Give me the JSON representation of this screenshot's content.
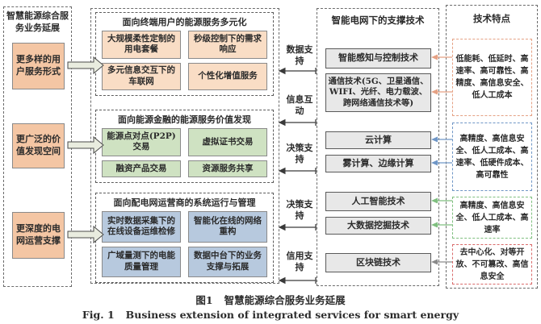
{
  "left_panel": {
    "title": "智慧能源综合服务业务延展",
    "boxes": [
      "更多样的用户服务形式",
      "更广泛的价值发现空间",
      "更深度的电网运营支撑"
    ]
  },
  "middle_panel": {
    "groups": [
      {
        "title": "面向终端用户的能源服务多元化",
        "boxes": [
          "大规模柔性定制的用电套餐",
          "秒级控制下的需求响应",
          "多元信息交互下的车联网",
          "个性化增值服务"
        ]
      },
      {
        "title": "面向能源金融的能源服务价值发现",
        "boxes": [
          "能源点对点(P2P)交易",
          "虚拟证书交易",
          "融资产品交易",
          "资源服务共享"
        ]
      },
      {
        "title": "面向配电网运营商的系统运行与管理",
        "boxes": [
          "实时数据采集下的在线设备运维检修",
          "智能化在线的网络重构",
          "广域量测下的电能质量管理",
          "数据中台下的业务支撑与拓展"
        ]
      }
    ]
  },
  "interactions": [
    "数据支持",
    "信息互动",
    "决策支持",
    "决策支持",
    "信用支持"
  ],
  "support_panel": {
    "title": "智能电网下的支撑技术",
    "boxes": [
      "智能感知与控制技术",
      "通信技术(5G、卫星通信、WIFI、光纤、电力载波、跨网络通信技术等)",
      "云计算",
      "雾计算、边缘计算",
      "人工智能技术",
      "大数据挖掘技术",
      "区块链技术"
    ]
  },
  "features_panel": {
    "title": "技术特点",
    "boxes": [
      {
        "text": "低能耗、低延时、高速率、高可靠性、高精度、高信息安全、低人工成本",
        "color": "#e5a184"
      },
      {
        "text": "高精度、高信息安全、低人工成本、高速率、低硬件成本、高可靠性",
        "color": "#6f96c6"
      },
      {
        "text": "高精度、高信息安全、低人工成本、高速率",
        "color": "#7fbf7f"
      },
      {
        "text": "去中心化、对等开放、不可篡改、高信息安全",
        "color": "#d96a6a"
      }
    ]
  },
  "caption": {
    "fig_zh": "图1",
    "title_zh": "智慧能源综合服务业务延展",
    "fig_en": "Fig. 1",
    "title_en": "Business extension of integrated services for smart energy"
  },
  "colors": {
    "left_box_fill": "#f4c6a4",
    "group1_fill": "#f9ddc5",
    "group2_fill": "#cfe2c2",
    "group3_fill": "#b7c9de",
    "tech_box_fill": "#e8e8e8",
    "block_arrow_fill": "#e9ecdf",
    "connector_orange": "#e5a184",
    "connector_blue": "#6f96c6",
    "connector_green": "#7fbf7f",
    "connector_gray": "#8a8a8a",
    "interaction_arrow": "#3a3a3a"
  }
}
